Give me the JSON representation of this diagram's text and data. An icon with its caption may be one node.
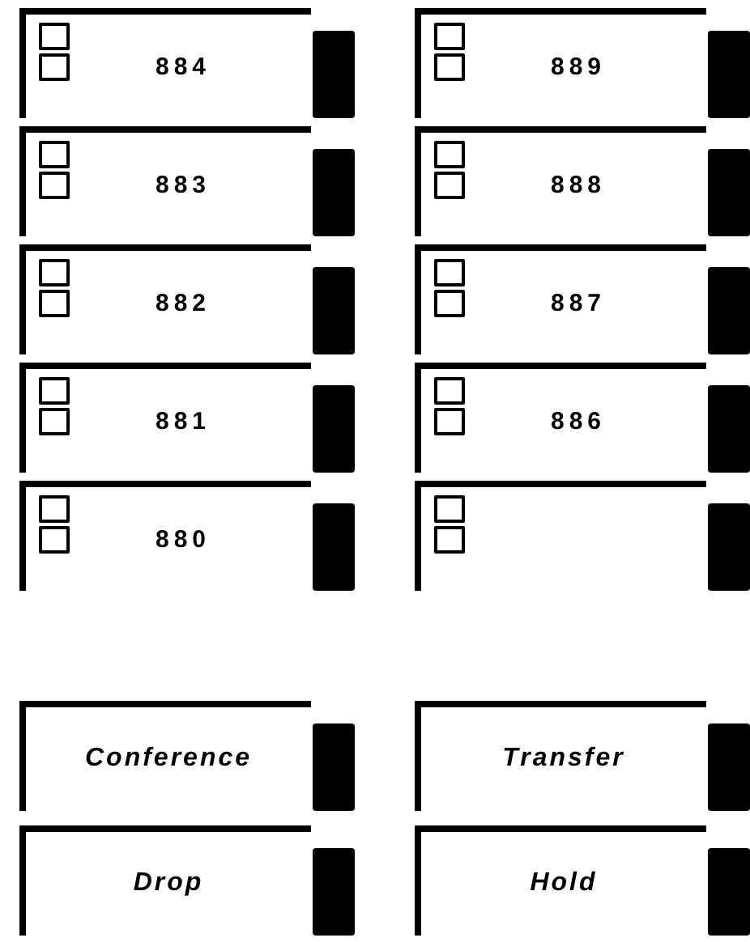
{
  "diagram": {
    "nodes": [
      {
        "text": [
          "884"
        ]
      },
      {
        "text": [
          "889"
        ]
      },
      {
        "text": [
          "883"
        ]
      },
      {
        "text": [
          "888"
        ]
      },
      {
        "text": [
          "882"
        ]
      },
      {
        "text": [
          "887"
        ]
      },
      {
        "text": [
          "881"
        ]
      },
      {
        "text": [
          "886"
        ]
      },
      {
        "text": [
          "880"
        ]
      },
      {
        "text": [],
        "shape": "box"
      },
      {
        "text": [
          "Conference"
        ]
      },
      {
        "text": [
          "Transfer"
        ]
      },
      {
        "text": [
          "Drop"
        ]
      },
      {
        "text": [
          "Hold"
        ]
      }
    ]
  }
}
